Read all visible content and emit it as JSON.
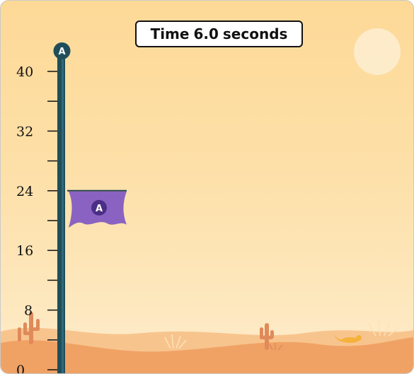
{
  "timer": {
    "label": "Time",
    "value": "6.0",
    "unit": "seconds"
  },
  "pole": {
    "top_badge": "A",
    "flag_label": "A",
    "flag_height": 24,
    "scale_min": 0,
    "scale_max": 40,
    "major_ticks": [
      {
        "value": 0,
        "label": "0"
      },
      {
        "value": 8,
        "label": "8"
      },
      {
        "value": 16,
        "label": "16"
      },
      {
        "value": 24,
        "label": "24"
      },
      {
        "value": 32,
        "label": "32"
      },
      {
        "value": 40,
        "label": "40"
      }
    ],
    "minor_ticks": [
      4,
      12,
      20,
      28,
      36
    ]
  },
  "colors": {
    "pole": "#1f4e5a",
    "flag": "#8a63c2",
    "flag_badge": "#4b2e86",
    "badge": "#1f4e5a",
    "sun": "#fdeccc",
    "dunes": "#f0a265",
    "cactus": "#e08a5a"
  },
  "icons": [
    "sun-icon",
    "cactus-icon",
    "lizard-icon",
    "grass-icon"
  ]
}
